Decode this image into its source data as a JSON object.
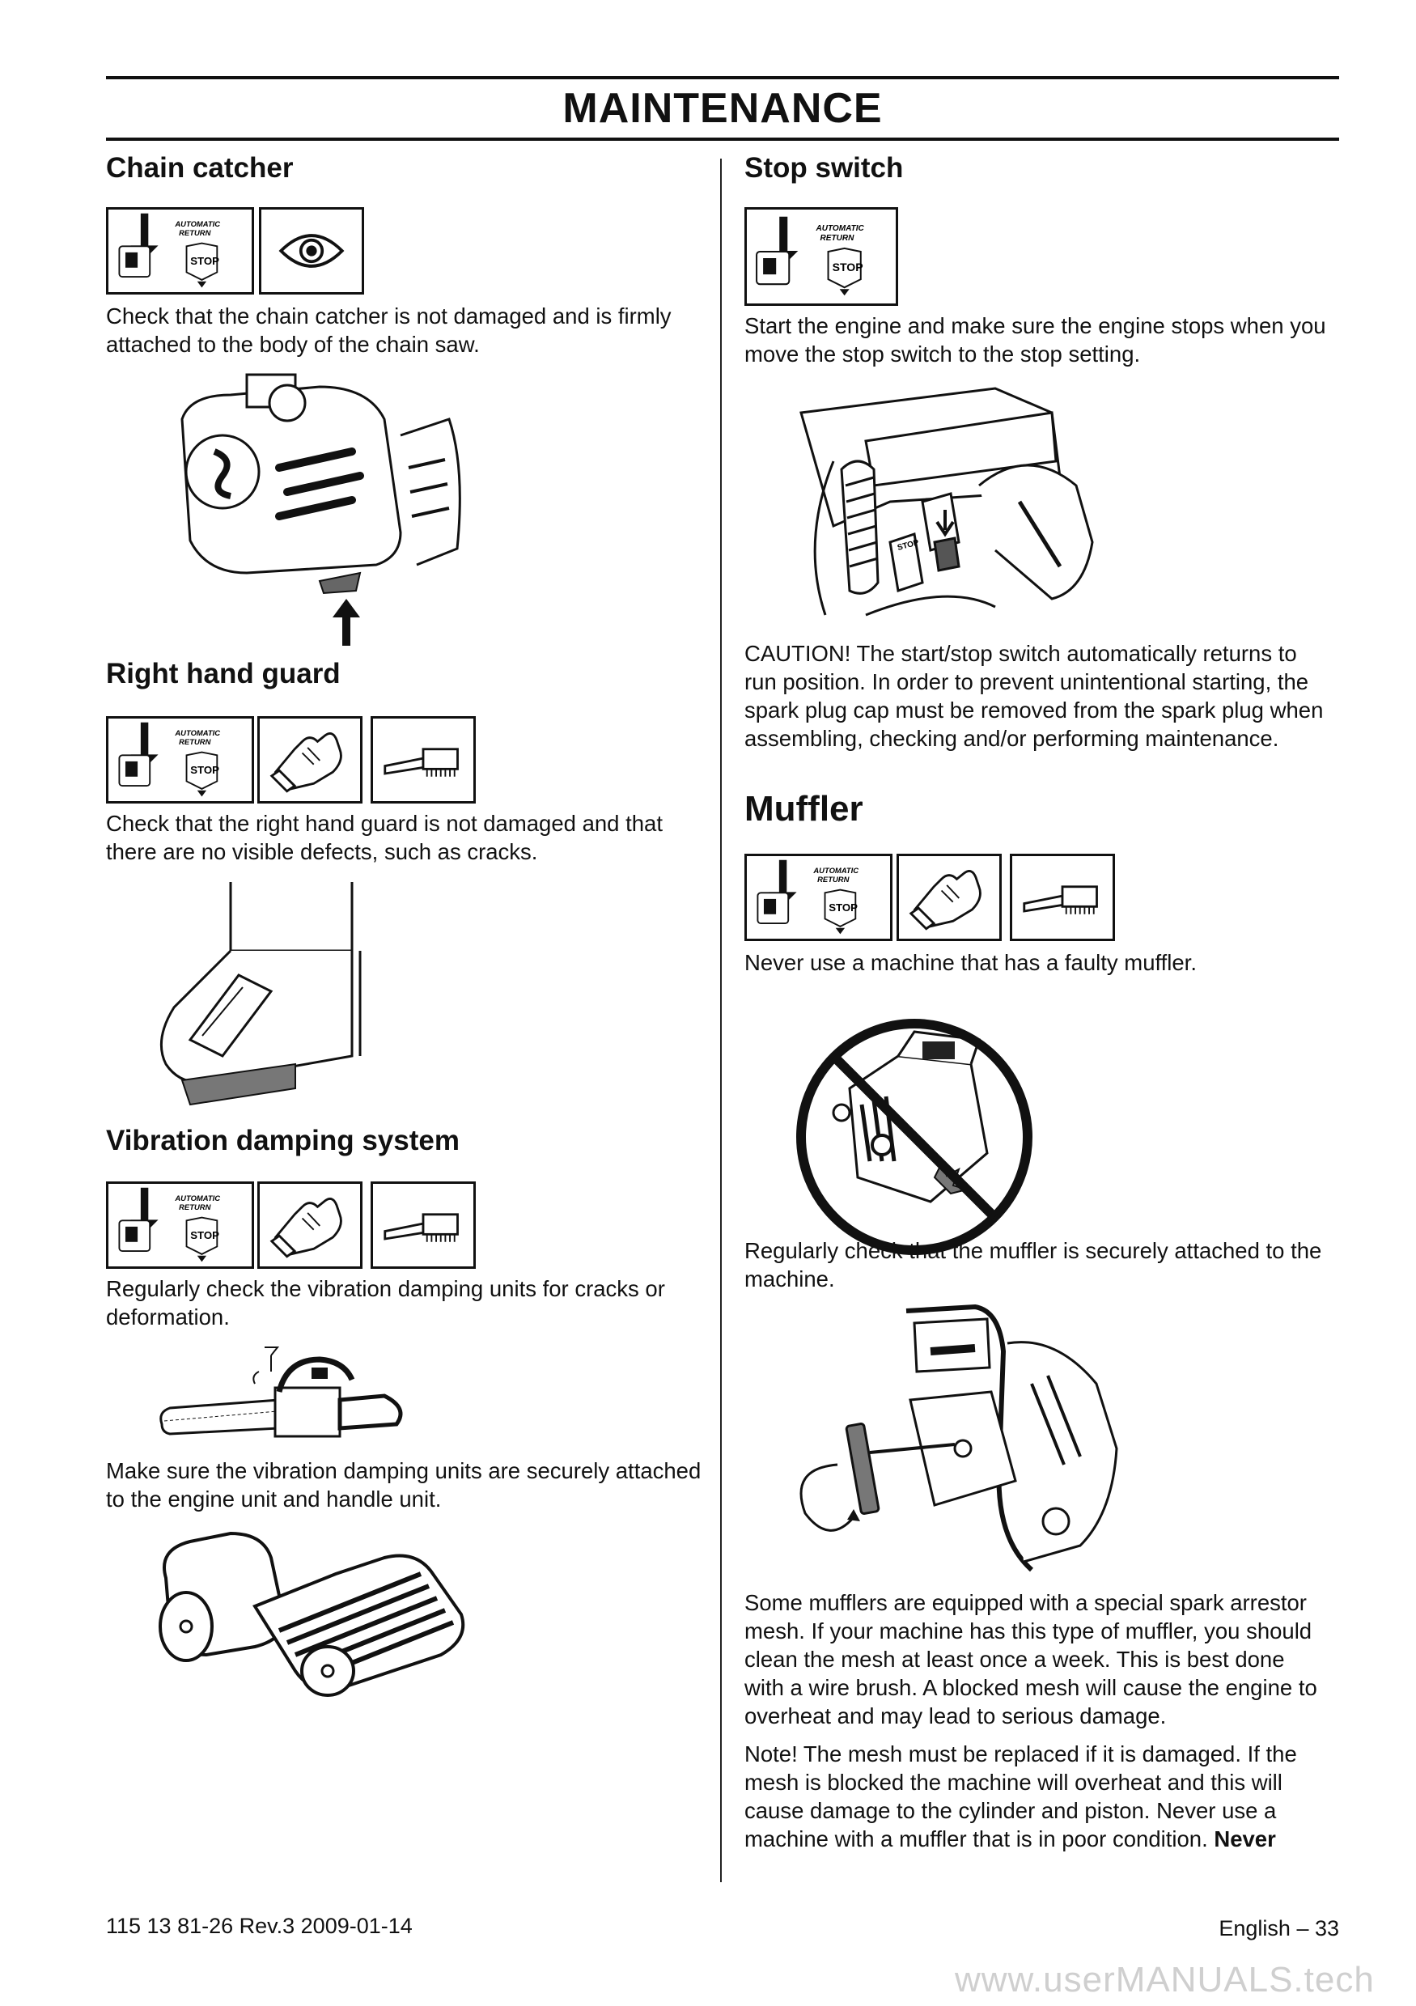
{
  "page_title": "MAINTENANCE",
  "sections": {
    "chain_catcher": {
      "heading": "Chain catcher",
      "text": "Check that the chain catcher is not damaged and is firmly attached to the body of the chain saw."
    },
    "right_hand_guard": {
      "heading": "Right hand guard",
      "text": "Check that the right hand guard is not damaged and that there are no visible defects, such as cracks."
    },
    "vibration_damping": {
      "heading": "Vibration damping system",
      "text1": "Regularly check the vibration damping units for cracks or deformation.",
      "text2": "Make sure the vibration damping units are securely attached to the engine unit and handle unit."
    },
    "stop_switch": {
      "heading": "Stop switch",
      "text": "Start the engine and make sure the engine stops when you move the stop switch to the stop setting.",
      "caution": "CAUTION! The start/stop switch automatically returns to run position. In order to prevent unintentional starting, the spark plug cap must be removed from the spark plug when assembling, checking and/or performing maintenance."
    },
    "muffler": {
      "heading": "Muffler",
      "text1": "Never use a machine that has a faulty muffler.",
      "text2": "Regularly check that the muffler is securely attached to the machine.",
      "text3": "Some mufflers are equipped with a special spark arrestor mesh. If your machine has this type of muffler, you should clean the mesh at least once a week. This is best done with a wire brush. A blocked mesh will cause the engine to overheat and may lead to serious damage.",
      "text4": "Note! The mesh must be replaced if it is damaged. If the mesh is blocked the machine will overheat and this will cause damage to the cylinder and piston. Never use a machine with a muffler that is in poor condition.",
      "text4_bold": "Never"
    }
  },
  "icon_labels": {
    "automatic": "AUTOMATIC",
    "return": "RETURN",
    "stop": "STOP"
  },
  "footer": {
    "doc_ref": "115 13 81-26 Rev.3 2009-01-14",
    "page_label": "English – 33"
  },
  "watermark": "www.userMANUALS.tech",
  "icons": [
    "stop-switch-icon",
    "visual-inspection-icon",
    "protective-glove-icon",
    "wire-brush-icon"
  ]
}
